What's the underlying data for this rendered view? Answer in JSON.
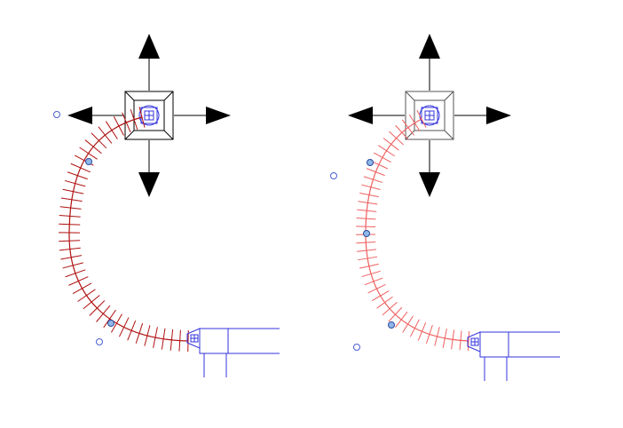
{
  "colors": {
    "background": "#ffffff",
    "arrow": "#000000",
    "duct_outline": "#3333dd",
    "curve_left": "#b01010",
    "curve_right": "#f06060",
    "grip_fill": "#8fb8e8",
    "grip_stroke": "#2b4aa0",
    "grip_hollow_stroke": "#4a5fd0"
  },
  "icons": {
    "move_arrow": "arrow-icon",
    "fitting": "square-fitting-icon",
    "grip": "grip-handle-icon"
  },
  "views": [
    {
      "name": "left-view",
      "state": "dark-selected"
    },
    {
      "name": "right-view",
      "state": "light-preview"
    }
  ]
}
